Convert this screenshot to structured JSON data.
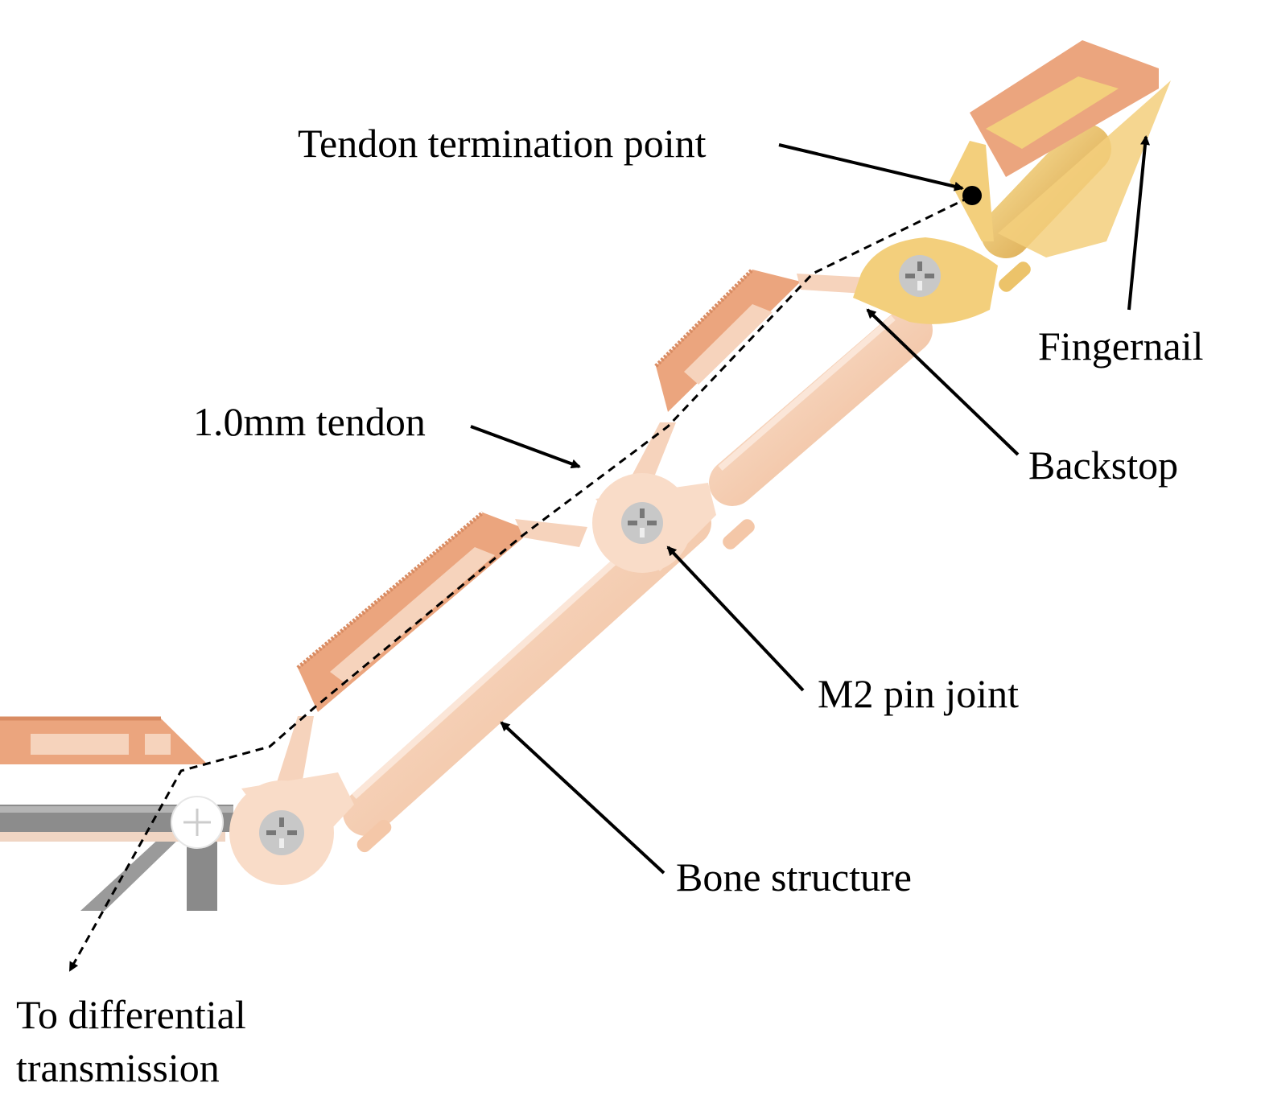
{
  "labels": {
    "tendon_termination": "Tendon termination point",
    "fingernail": "Fingernail",
    "tendon": "1.0mm tendon",
    "backstop": "Backstop",
    "pin_joint": "M2 pin joint",
    "bone_structure": "Bone structure",
    "to_differential": "To differential\ntransmission"
  },
  "colors": {
    "skin_pad": "#eba57e",
    "skin_pad_light": "#f6d3bc",
    "bone": "#f3c9aa",
    "bone_light": "#fbe2d0",
    "joint": "#f9dcc8",
    "distal": "#f3cf7c",
    "distal_dark": "#d9a64c",
    "base_gray": "#8c8c8c",
    "screw": "#c8c8c8",
    "line": "#000000"
  }
}
